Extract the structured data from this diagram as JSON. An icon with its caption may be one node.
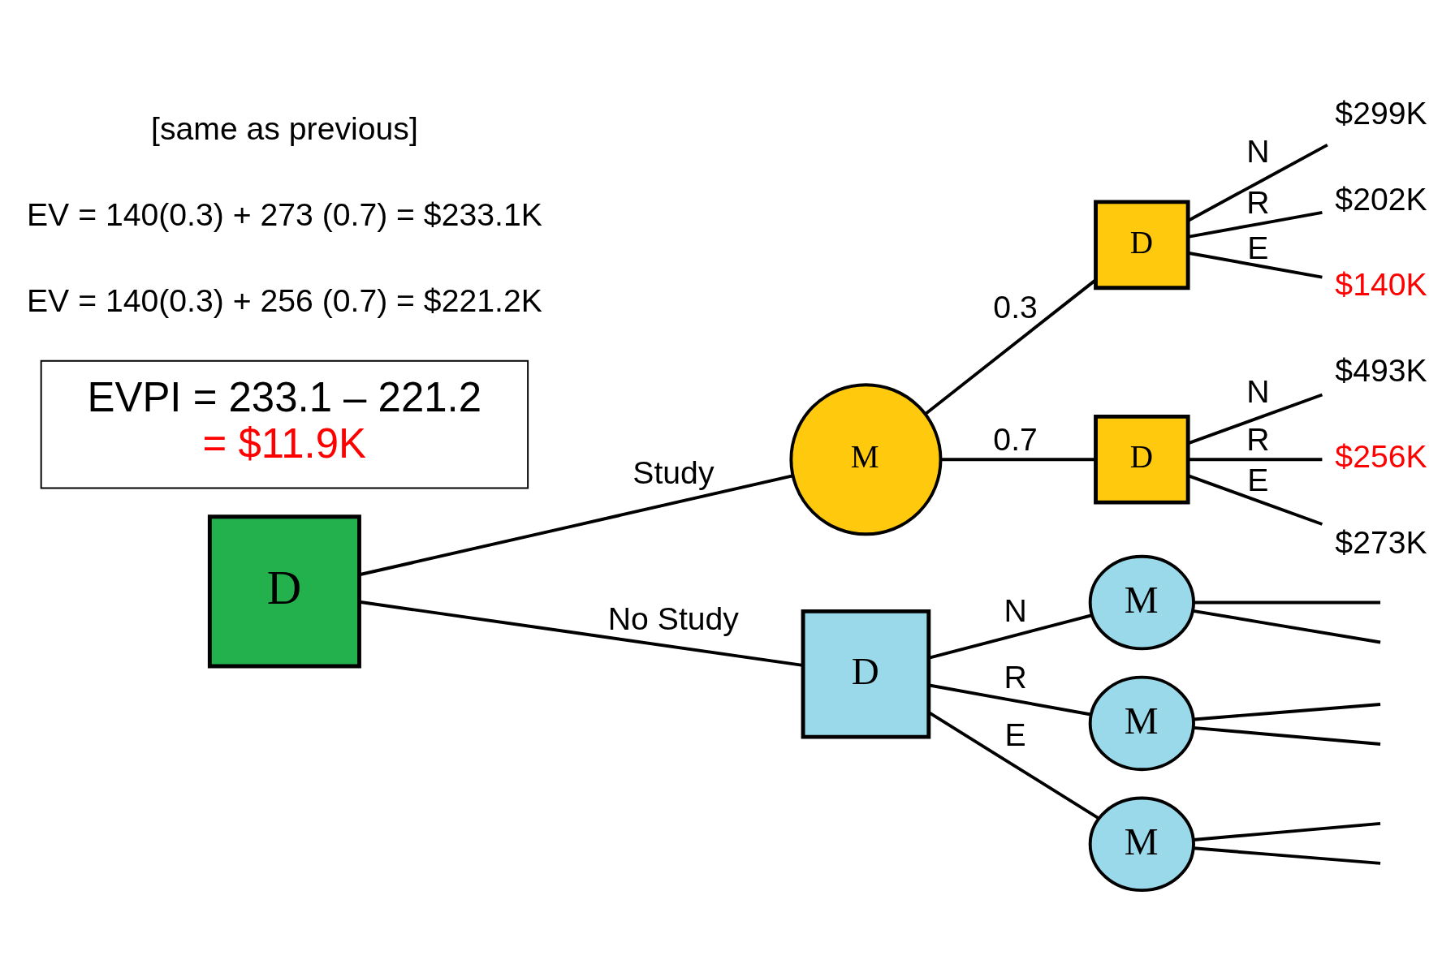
{
  "diagram": {
    "nodes": [
      {
        "text": [
          "D"
        ]
      },
      {
        "text": [
          "M"
        ]
      },
      {
        "text": [
          "D"
        ]
      },
      {
        "text": [
          "D"
        ]
      },
      {
        "text": [
          "D"
        ]
      },
      {
        "text": [
          "M"
        ]
      },
      {
        "text": [
          "M"
        ]
      },
      {
        "text": [
          "M"
        ]
      },
      {
        "text": [
          "$299K"
        ]
      },
      {
        "text": [
          "$202K"
        ]
      },
      {
        "text": [
          "$140K"
        ]
      },
      {
        "text": [
          "$493K"
        ]
      },
      {
        "text": [
          "$256K"
        ]
      },
      {
        "text": [
          "$273K"
        ]
      },
      {
        "text": [
          "EVPI = 233.1 – 221.2",
          "= $11.9K"
        ]
      }
    ],
    "edges": [
      {
        "from": 0,
        "to": 1,
        "arrow": "none",
        "label": "Study"
      },
      {
        "from": 0,
        "to": 4,
        "arrow": "none",
        "label": "No Study"
      },
      {
        "from": 1,
        "to": 2,
        "arrow": "none",
        "label": "0.3"
      },
      {
        "from": 1,
        "to": 3,
        "arrow": "none",
        "label": "0.7"
      },
      {
        "from": 2,
        "to": 8,
        "arrow": "none",
        "label": "N"
      },
      {
        "from": 2,
        "to": 9,
        "arrow": "none",
        "label": "R"
      },
      {
        "from": 2,
        "to": 10,
        "arrow": "none",
        "label": "E"
      },
      {
        "from": 3,
        "to": 11,
        "arrow": "none",
        "label": "N"
      },
      {
        "from": 3,
        "to": 12,
        "arrow": "none",
        "label": "R"
      },
      {
        "from": 3,
        "to": 13,
        "arrow": "none",
        "label": "E"
      },
      {
        "from": 4,
        "to": 5,
        "arrow": "none",
        "label": "N"
      },
      {
        "from": 4,
        "to": 6,
        "arrow": "none",
        "label": "R"
      },
      {
        "from": 4,
        "to": 7,
        "arrow": "none",
        "label": "E"
      },
      {
        "from": 5,
        "to": null,
        "arrow": "none"
      },
      {
        "from": 5,
        "to": null,
        "arrow": "none"
      },
      {
        "from": 6,
        "to": null,
        "arrow": "none"
      },
      {
        "from": 6,
        "to": null,
        "arrow": "none"
      },
      {
        "from": 7,
        "to": null,
        "arrow": "none"
      },
      {
        "from": 7,
        "to": null,
        "arrow": "none"
      }
    ],
    "labels": [
      "EV = 140(0.3) + 256 (0.7) = $221.2K",
      "EV = 140(0.3) + 273 (0.7) = $233.1K",
      "[same as previous]"
    ]
  }
}
